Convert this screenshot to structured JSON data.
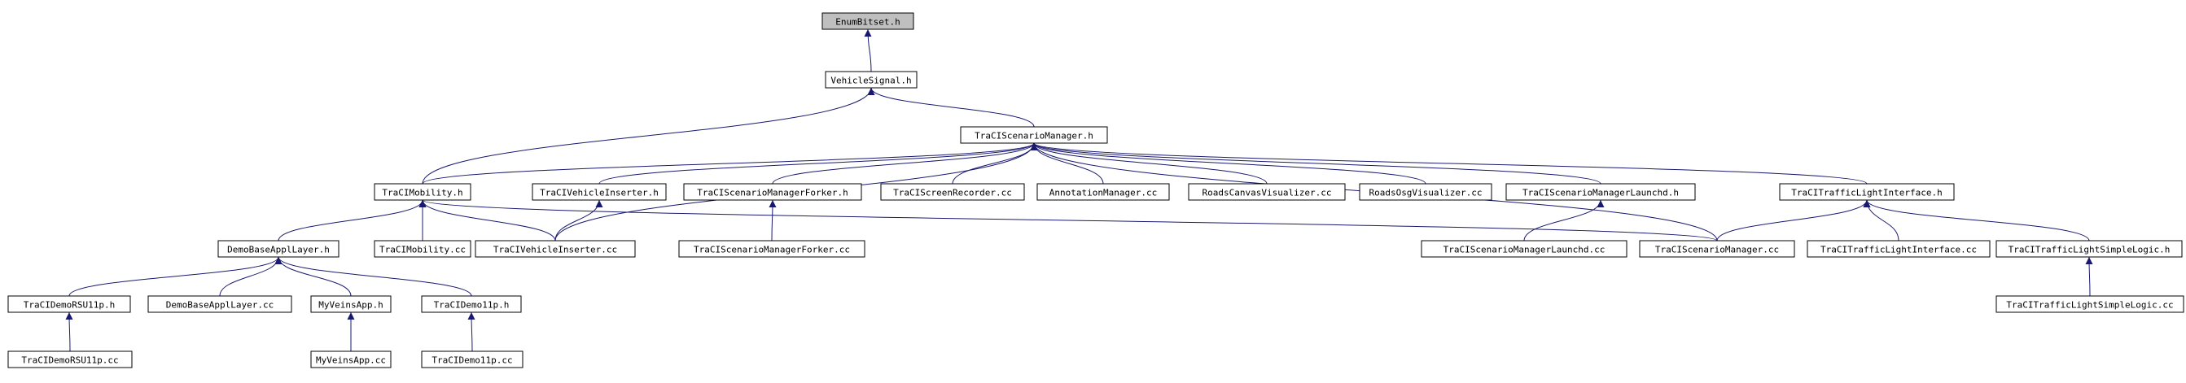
{
  "graph": {
    "root": "EnumBitset.h",
    "edge_color": "#191970",
    "root_fill": "#bfbfbf",
    "nodes": {
      "enumbitset": "EnumBitset.h",
      "vehiclesignal": "VehicleSignal.h",
      "traciscenariomanager": "TraCIScenarioManager.h",
      "tracimobility": "TraCIMobility.h",
      "tracivehicleinserter": "TraCIVehicleInserter.h",
      "traciscenariomanagerforker": "TraCIScenarioManagerForker.h",
      "traciscreenrecorder_cc": "TraCIScreenRecorder.cc",
      "annotationmanager_cc": "AnnotationManager.cc",
      "roadscanvasvisualizer_cc": "RoadsCanvasVisualizer.cc",
      "roadsosgvisualizer_cc": "RoadsOsgVisualizer.cc",
      "traciscenariomanagerlaunchd": "TraCIScenarioManagerLaunchd.h",
      "tracitrafficlightinterface": "TraCITrafficLightInterface.h",
      "demobaseappllayer": "DemoBaseApplLayer.h",
      "tracimobility_cc": "TraCIMobility.cc",
      "tracivehicleinserter_cc": "TraCIVehicleInserter.cc",
      "traciscenariomanagerforker_cc": "TraCIScenarioManagerForker.cc",
      "traciscenariomanagerlaunchd_cc": "TraCIScenarioManagerLaunchd.cc",
      "traciscenariomanager_cc": "TraCIScenarioManager.cc",
      "tracitrafficlightinterface_cc": "TraCITrafficLightInterface.cc",
      "tracitrafficlightsimplelogic": "TraCITrafficLightSimpleLogic.h",
      "tracidemorsu11p": "TraCIDemoRSU11p.h",
      "demobaseappllayer_cc": "DemoBaseApplLayer.cc",
      "myveinsapp": "MyVeinsApp.h",
      "tracidemo11p": "TraCIDemo11p.h",
      "tracitrafficlightsimplelogic_cc": "TraCITrafficLightSimpleLogic.cc",
      "tracidemorsu11p_cc": "TraCIDemoRSU11p.cc",
      "myveinsapp_cc": "MyVeinsApp.cc",
      "tracidemo11p_cc": "TraCIDemo11p.cc"
    },
    "edges": [
      [
        "vehiclesignal",
        "enumbitset"
      ],
      [
        "traciscenariomanager",
        "vehiclesignal"
      ],
      [
        "tracimobility",
        "vehiclesignal"
      ],
      [
        "tracimobility",
        "traciscenariomanager"
      ],
      [
        "tracivehicleinserter",
        "traciscenariomanager"
      ],
      [
        "traciscenariomanagerforker",
        "traciscenariomanager"
      ],
      [
        "traciscreenrecorder_cc",
        "traciscenariomanager"
      ],
      [
        "annotationmanager_cc",
        "traciscenariomanager"
      ],
      [
        "roadscanvasvisualizer_cc",
        "traciscenariomanager"
      ],
      [
        "roadsosgvisualizer_cc",
        "traciscenariomanager"
      ],
      [
        "traciscenariomanagerlaunchd",
        "traciscenariomanager"
      ],
      [
        "tracitrafficlightinterface",
        "traciscenariomanager"
      ],
      [
        "tracivehicleinserter_cc",
        "traciscenariomanager"
      ],
      [
        "traciscenariomanager_cc",
        "traciscenariomanager"
      ],
      [
        "demobaseappllayer",
        "tracimobility"
      ],
      [
        "tracimobility_cc",
        "tracimobility"
      ],
      [
        "tracivehicleinserter_cc",
        "tracimobility"
      ],
      [
        "traciscenariomanager_cc",
        "tracimobility"
      ],
      [
        "tracivehicleinserter_cc",
        "tracivehicleinserter"
      ],
      [
        "traciscenariomanagerforker_cc",
        "traciscenariomanagerforker"
      ],
      [
        "traciscenariomanagerlaunchd_cc",
        "traciscenariomanagerlaunchd"
      ],
      [
        "traciscenariomanager_cc",
        "tracitrafficlightinterface"
      ],
      [
        "tracitrafficlightinterface_cc",
        "tracitrafficlightinterface"
      ],
      [
        "tracitrafficlightsimplelogic",
        "tracitrafficlightinterface"
      ],
      [
        "tracitrafficlightsimplelogic_cc",
        "tracitrafficlightsimplelogic"
      ],
      [
        "tracidemorsu11p",
        "demobaseappllayer"
      ],
      [
        "demobaseappllayer_cc",
        "demobaseappllayer"
      ],
      [
        "myveinsapp",
        "demobaseappllayer"
      ],
      [
        "tracidemo11p",
        "demobaseappllayer"
      ],
      [
        "tracidemorsu11p_cc",
        "tracidemorsu11p"
      ],
      [
        "myveinsapp_cc",
        "myveinsapp"
      ],
      [
        "tracidemo11p_cc",
        "tracidemo11p"
      ]
    ]
  }
}
